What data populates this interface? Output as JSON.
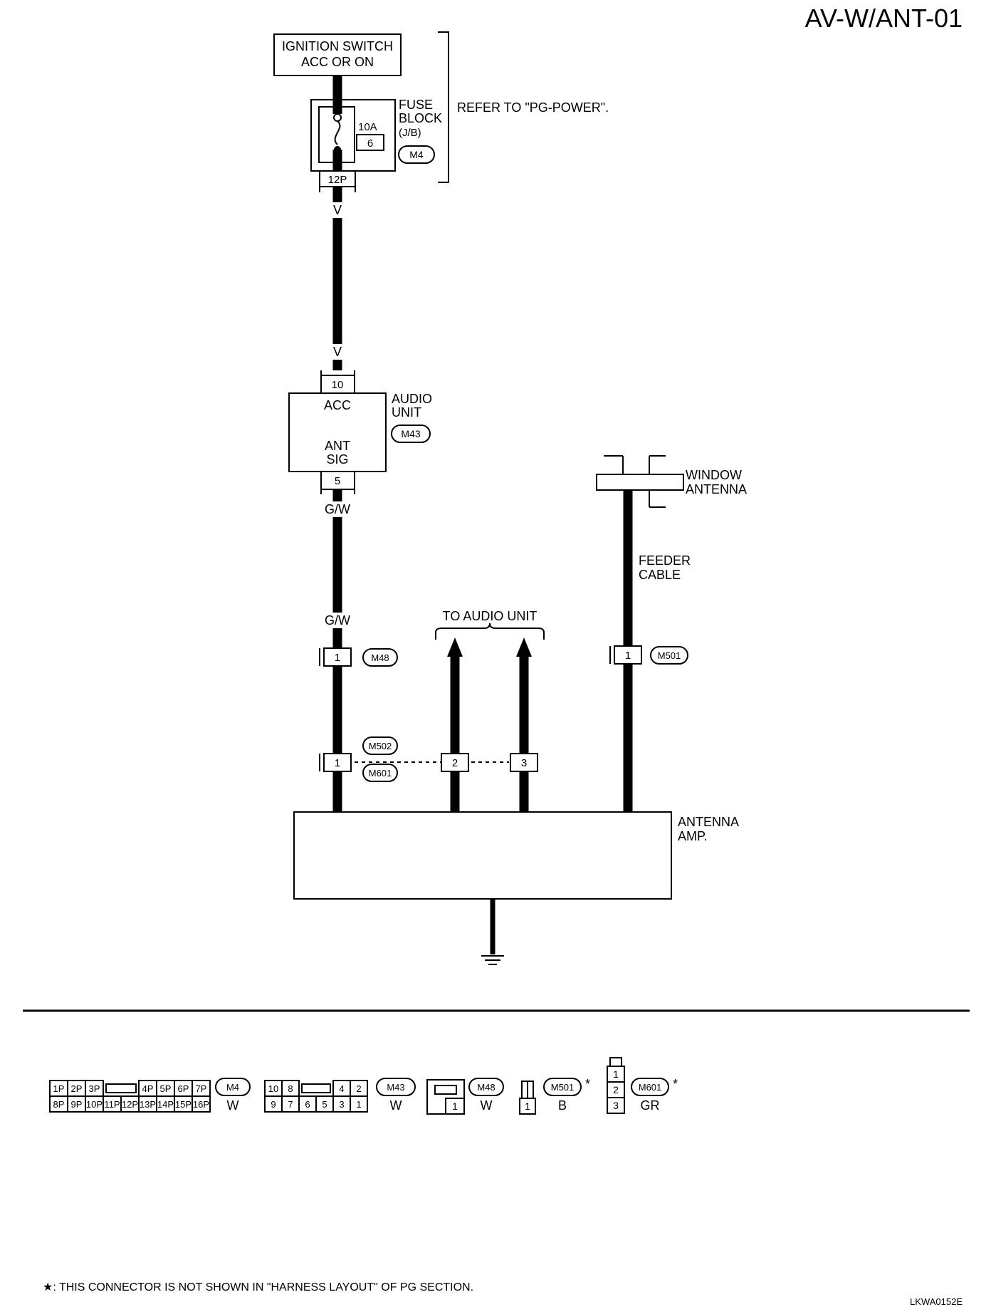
{
  "page_id": "AV-W/ANT-01",
  "ignition": {
    "line1": "IGNITION SWITCH",
    "line2": "ACC OR ON"
  },
  "fuse": {
    "label1": "FUSE",
    "label2": "BLOCK",
    "label3": "(J/B)",
    "amp": "10A",
    "number": "6",
    "connector": "M4",
    "pin": "12P"
  },
  "refer_note": "REFER TO \"PG-POWER\".",
  "wire_colors": {
    "v_top": "V",
    "v_bottom": "V",
    "gw_top": "G/W",
    "gw_bottom": "G/W"
  },
  "audio_unit": {
    "label1": "AUDIO",
    "label2": "UNIT",
    "connector": "M43",
    "pin_acc": "10",
    "acc": "ACC",
    "ant": "ANT",
    "sig": "SIG",
    "pin_ant": "5"
  },
  "window_antenna": {
    "label1": "WINDOW",
    "label2": "ANTENNA"
  },
  "feeder_cable": {
    "label1": "FEEDER",
    "label2": "CABLE"
  },
  "to_audio_unit": "TO AUDIO UNIT",
  "connectors": {
    "m48": {
      "code": "M48",
      "pin": "1"
    },
    "m501": {
      "code": "M501",
      "pin": "1"
    },
    "m502": "M502",
    "m601": "M601",
    "joint_pins": [
      "1",
      "2",
      "3"
    ]
  },
  "antenna_amp": {
    "label1": "ANTENNA",
    "label2": "AMP."
  },
  "legend": {
    "m4": {
      "code": "M4",
      "color": "W",
      "top": [
        "1P",
        "2P",
        "3P",
        "",
        "4P",
        "5P",
        "6P",
        "7P"
      ],
      "bottom": [
        "8P",
        "9P",
        "10P",
        "11P",
        "12P",
        "13P",
        "14P",
        "15P",
        "16P"
      ]
    },
    "m43": {
      "code": "M43",
      "color": "W",
      "top": [
        "10",
        "8",
        "",
        "4",
        "2"
      ],
      "bottom": [
        "9",
        "7",
        "6",
        "5",
        "3",
        "1"
      ]
    },
    "m48": {
      "code": "M48",
      "color": "W",
      "pin": "1"
    },
    "m501": {
      "code": "M501",
      "color": "B",
      "pin": "1",
      "star": "*"
    },
    "m601": {
      "code": "M601",
      "color": "GR",
      "pins": [
        "1",
        "2",
        "3"
      ],
      "star": "*"
    }
  },
  "footnote": "★: THIS CONNECTOR IS NOT SHOWN IN \"HARNESS LAYOUT\" OF PG SECTION.",
  "figure_code": "LKWA0152E"
}
